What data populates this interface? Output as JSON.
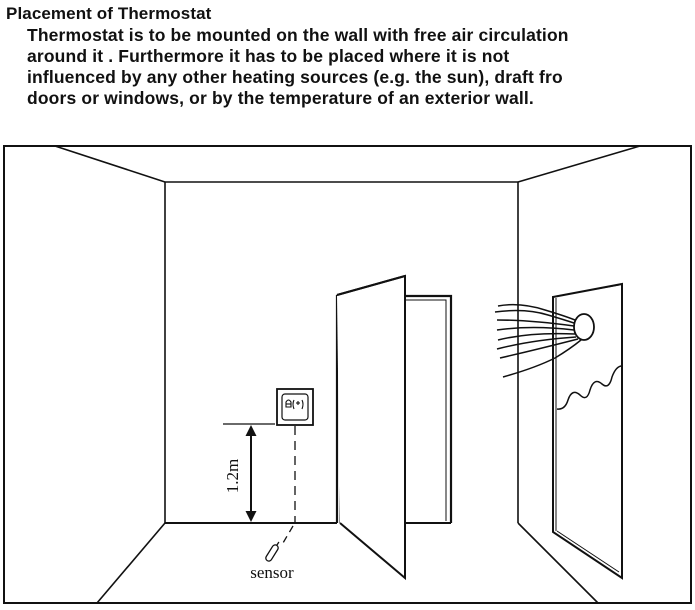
{
  "section": {
    "title": "Placement of Thermostat",
    "paragraph_lines": [
      "Thermostat is to be mounted on the wall with free air circulation",
      "around it . Furthermore it has to be placed where it is not",
      "influenced by any other heating sources (e.g. the sun), draft fro",
      "doors or windows, or by the temperature of an exterior wall."
    ]
  },
  "diagram": {
    "height_label": "1.2m",
    "sensor_label": "sensor",
    "elements": [
      "room",
      "thermostat",
      "height-dimension-arrow",
      "sensor-probe",
      "open-door",
      "window",
      "sun-with-rays"
    ],
    "colors": {
      "line": "#111111",
      "background": "#ffffff"
    }
  }
}
